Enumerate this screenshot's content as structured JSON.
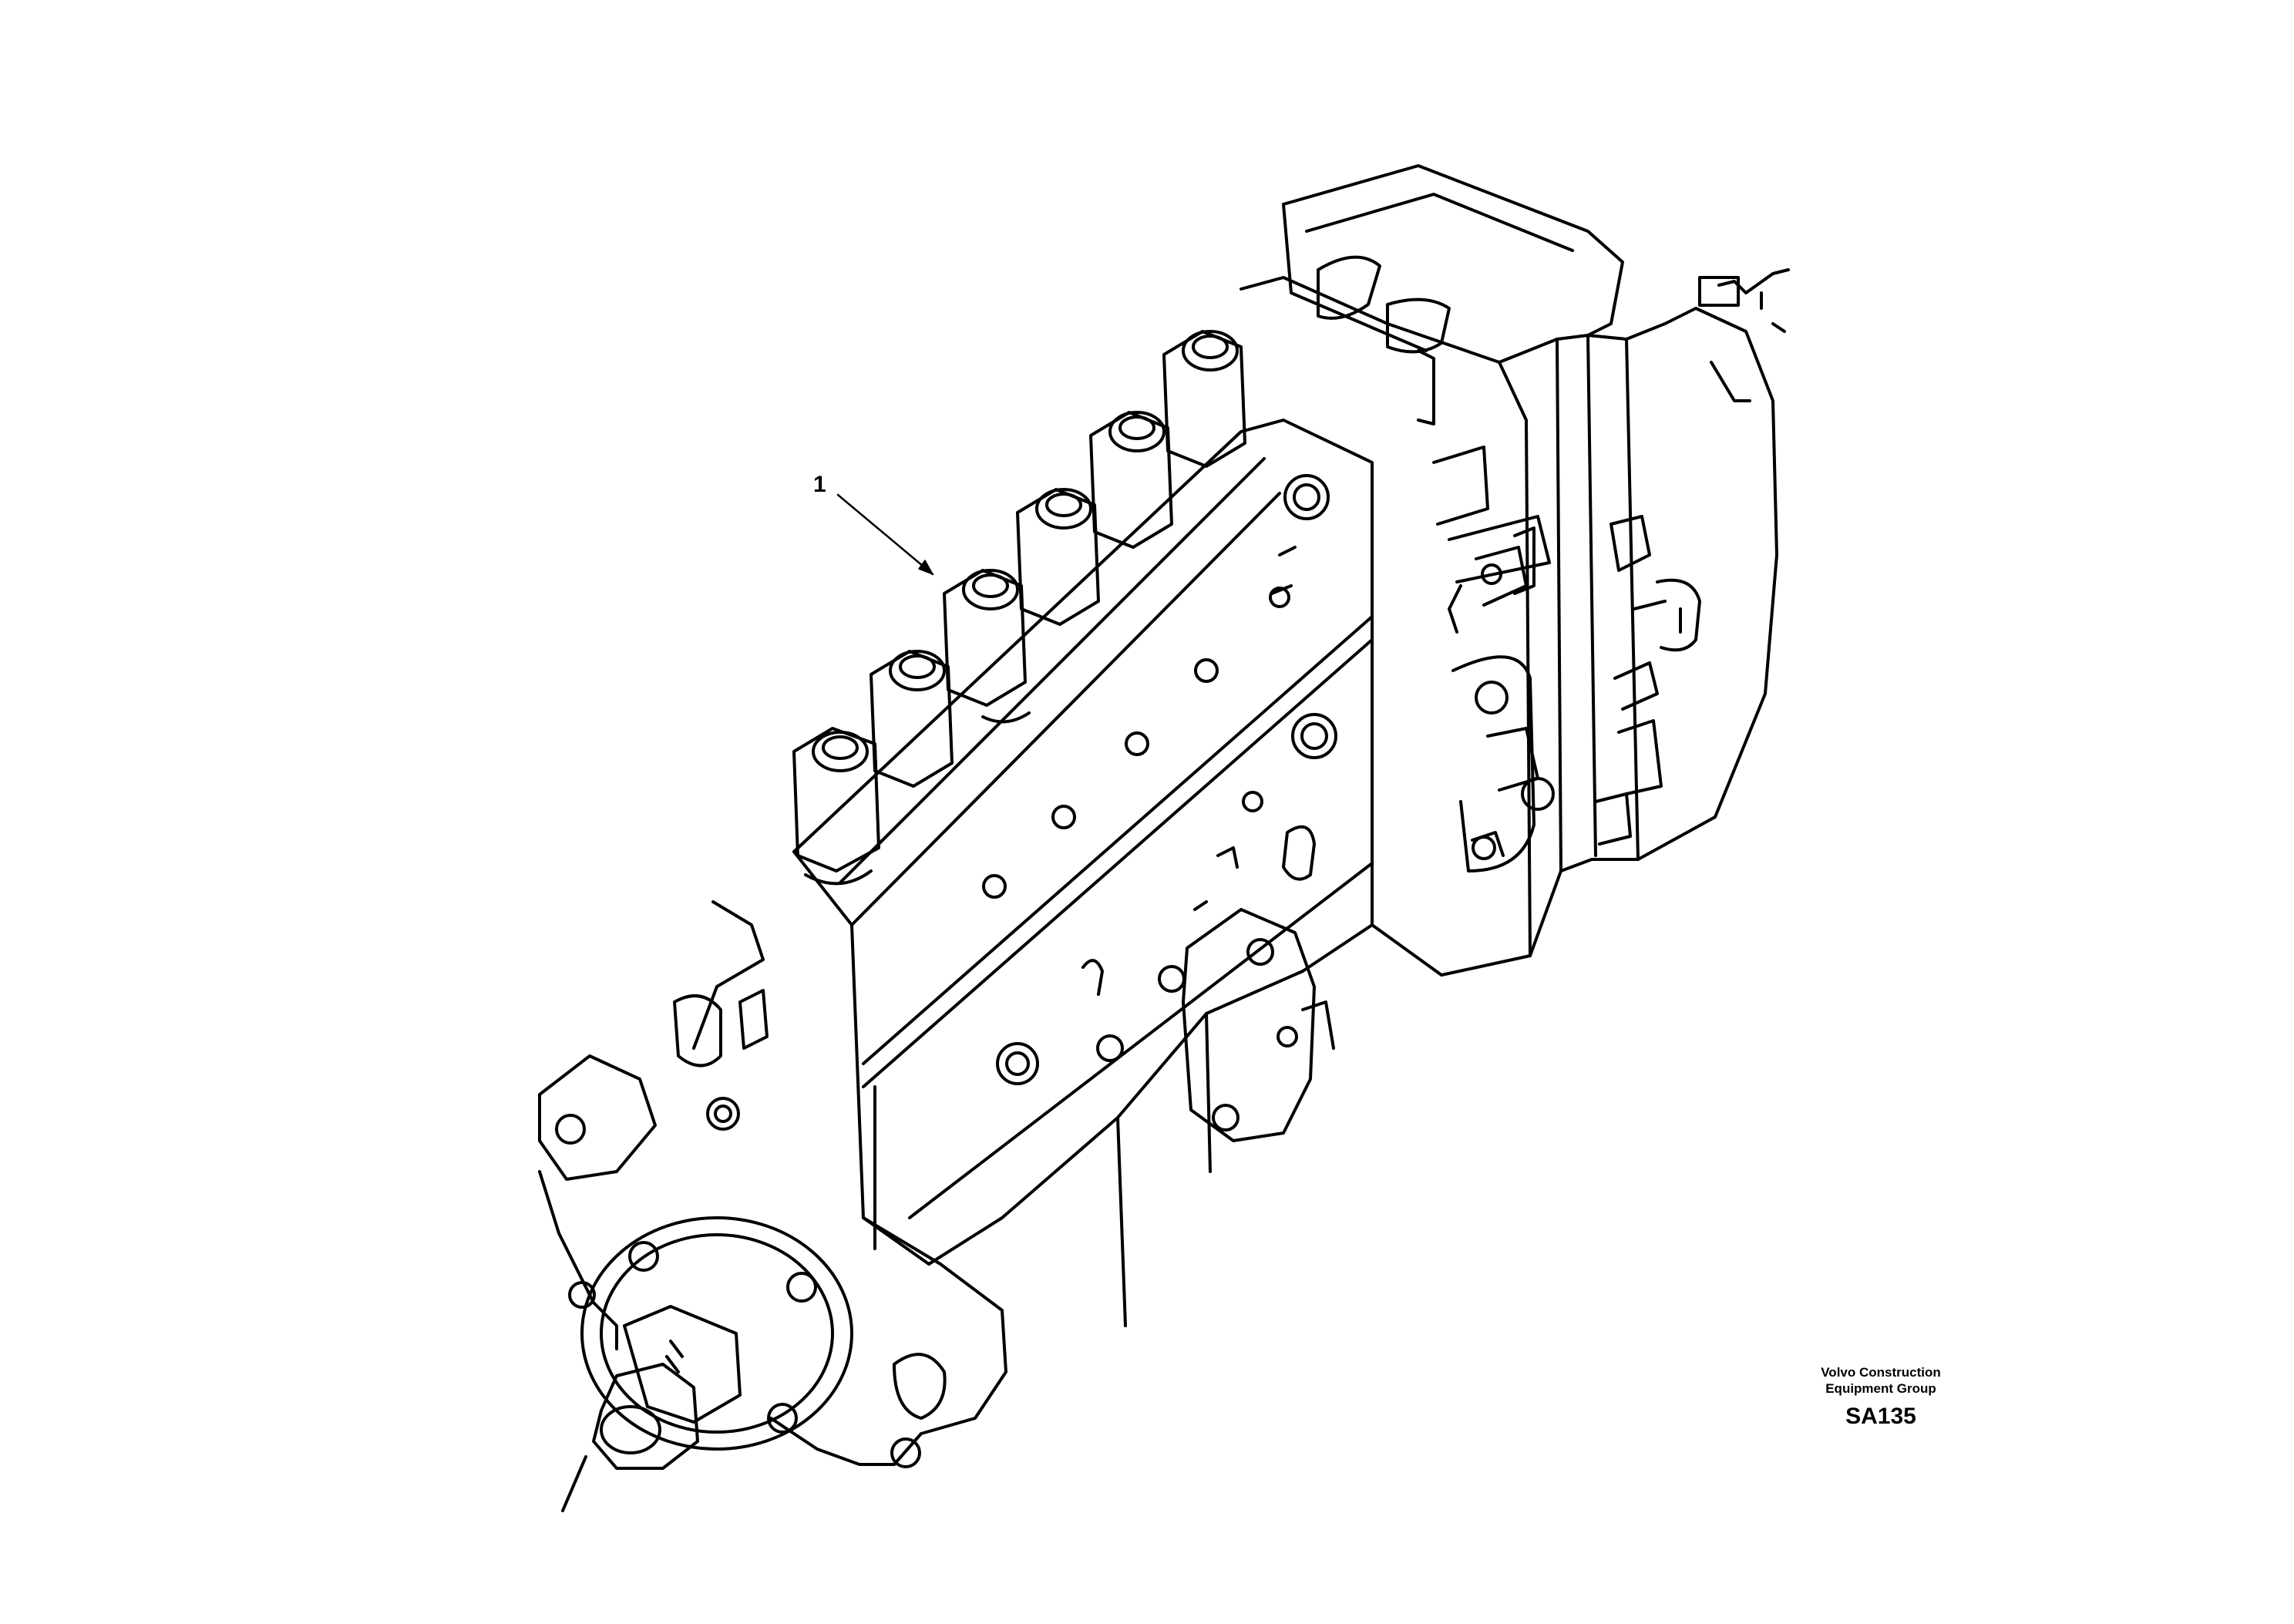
{
  "diagram": {
    "callouts": [
      {
        "label": "1",
        "part": "delivery-valve-holder"
      }
    ],
    "footer": {
      "org_line1": "Volvo Construction",
      "org_line2": "Equipment Group",
      "code": "SA135"
    },
    "colors": {
      "line": "#000000",
      "background": "#ffffff"
    }
  }
}
